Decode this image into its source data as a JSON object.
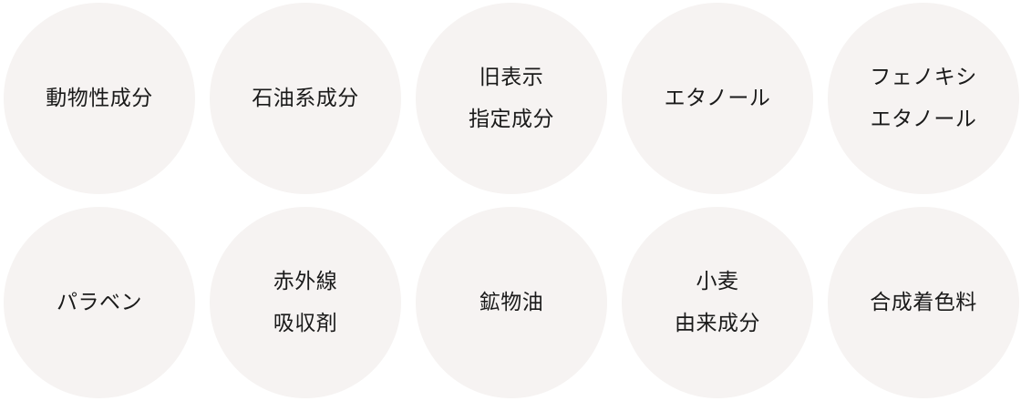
{
  "colors": {
    "circle_bg": "#f6f3f2",
    "text": "#1a1a1a",
    "page_bg": "#ffffff"
  },
  "ingredients": [
    {
      "lines": [
        "動物性成分"
      ]
    },
    {
      "lines": [
        "石油系成分"
      ]
    },
    {
      "lines": [
        "旧表示",
        "指定成分"
      ]
    },
    {
      "lines": [
        "エタノール"
      ]
    },
    {
      "lines": [
        "フェノキシ",
        "エタノール"
      ]
    },
    {
      "lines": [
        "パラベン"
      ]
    },
    {
      "lines": [
        "赤外線",
        "吸収剤"
      ]
    },
    {
      "lines": [
        "鉱物油"
      ]
    },
    {
      "lines": [
        "小麦",
        "由来成分"
      ]
    },
    {
      "lines": [
        "合成着色料"
      ]
    }
  ]
}
